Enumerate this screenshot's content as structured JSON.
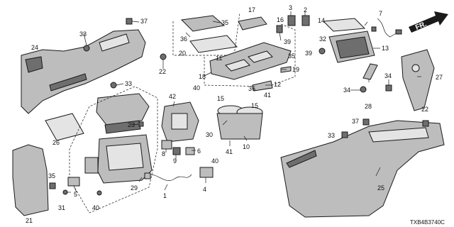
{
  "diagram": {
    "callouts": {
      "c1": "1",
      "c2": "2",
      "c3": "3",
      "c4": "4",
      "c5": "5",
      "c6": "6",
      "c7": "7",
      "c8": "8",
      "c9": "9",
      "c10": "10",
      "c11": "11",
      "c12": "12",
      "c13": "13",
      "c14": "14",
      "c15a": "15",
      "c15b": "15",
      "c16": "16",
      "c17": "17",
      "c18": "18",
      "c19": "19",
      "c20": "20",
      "c21": "21",
      "c22a": "22",
      "c22b": "22",
      "c23": "23",
      "c24": "24",
      "c25": "25",
      "c26": "26",
      "c27": "27",
      "c28": "28",
      "c29": "29",
      "c30": "30",
      "c31": "31",
      "c32": "32",
      "c33a": "33",
      "c33b": "33",
      "c33c": "33",
      "c34": "34",
      "c35a": "35",
      "c35b": "35",
      "c35c": "35",
      "c36a": "36",
      "c36b": "36",
      "c37a": "37",
      "c37b": "37",
      "c39a": "39",
      "c39b": "39",
      "c40a": "40",
      "c40b": "40",
      "c40c": "40",
      "c41a": "41",
      "c41b": "41",
      "c42": "42"
    },
    "direction_label": "FR.",
    "drawing_code": "TXB4B3740C"
  }
}
